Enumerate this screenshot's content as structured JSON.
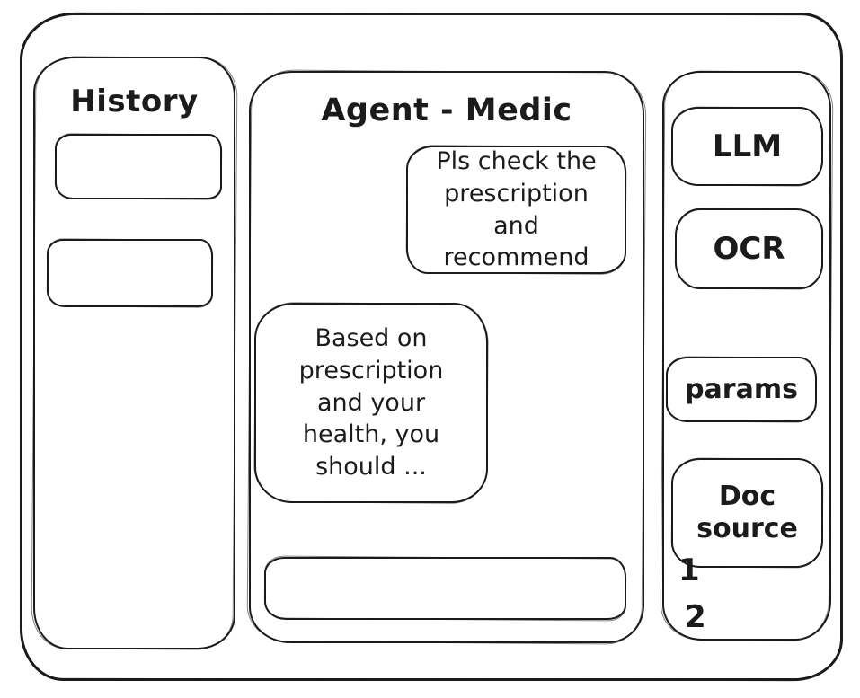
{
  "colors": {
    "ink": "#1b1b1b",
    "background": "#ffffff"
  },
  "history_panel": {
    "title": "History",
    "items": [
      {
        "label": ""
      },
      {
        "label": ""
      }
    ]
  },
  "chat_panel": {
    "title": "Agent - Medic",
    "messages": [
      {
        "role": "user",
        "text": "Pls check the prescription and recommend"
      },
      {
        "role": "assistant",
        "text": "Based on prescription and your health, you should ..."
      }
    ],
    "input": {
      "value": "",
      "placeholder": ""
    }
  },
  "tools_panel": {
    "buttons": [
      {
        "label": "LLM"
      },
      {
        "label": "OCR"
      },
      {
        "label": "params"
      },
      {
        "label": "Doc source"
      }
    ],
    "doc_source_list": [
      "1",
      "2"
    ]
  }
}
